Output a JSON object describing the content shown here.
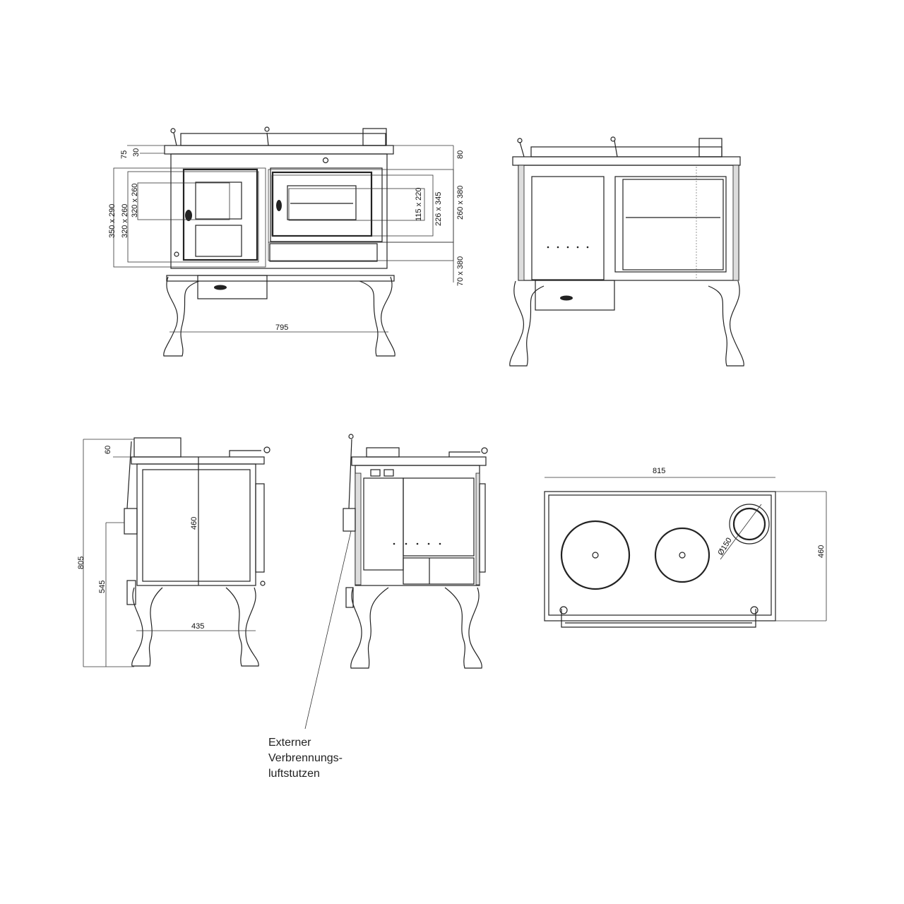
{
  "front_view": {
    "dims": [
      "75",
      "30",
      "80",
      "350 x 290",
      "320 x 260",
      "320 x 260",
      "115 x 220",
      "226 x 345",
      "260 x 380",
      "70 x 380",
      "795"
    ]
  },
  "back_view": {},
  "side_view": {
    "dims": [
      "60",
      "805",
      "545",
      "460",
      "435"
    ]
  },
  "top_view": {
    "dims": [
      "815",
      "460",
      "Ø150"
    ]
  },
  "caption": {
    "lines": [
      "Externer",
      "Verbrennungs-",
      "luftstutzen"
    ]
  }
}
